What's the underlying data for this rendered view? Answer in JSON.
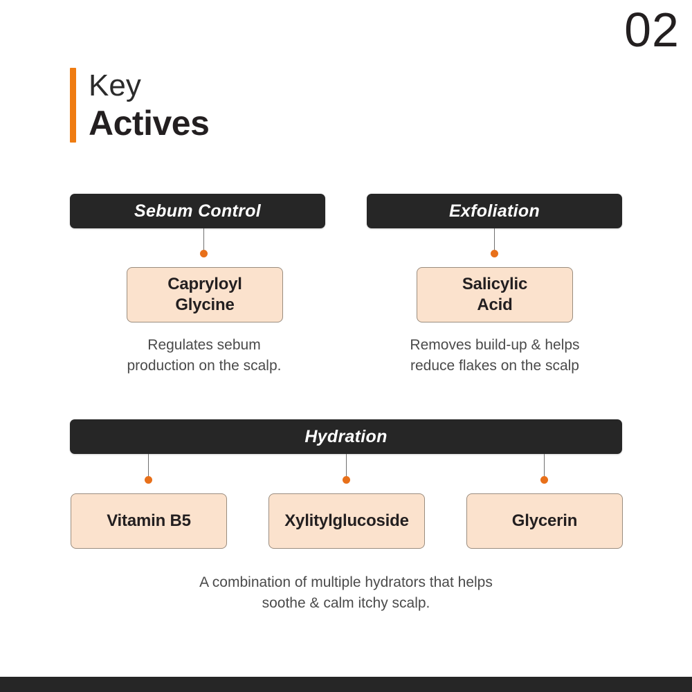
{
  "page": {
    "number": "02",
    "accent_color": "#ef7c12",
    "dot_color": "#e8701a",
    "dark_color": "#262626",
    "chip_fill": "#fbe2cd",
    "chip_border": "#9a8c7e",
    "background": "#ffffff"
  },
  "title": {
    "line1": "Key",
    "line2": "Actives"
  },
  "sections": [
    {
      "header": "Sebum Control",
      "chips": [
        "Capryloyl\nGlycine"
      ],
      "chip_line1": "Capryloyl",
      "chip_line2": "Glycine",
      "caption_line1": "Regulates sebum",
      "caption_line2": "production on the scalp."
    },
    {
      "header": "Exfoliation",
      "chip_line1": "Salicylic",
      "chip_line2": "Acid",
      "caption_line1": "Removes build-up & helps",
      "caption_line2": "reduce flakes on the scalp"
    },
    {
      "header": "Hydration",
      "chips": [
        "Vitamin B5",
        "Xylitylglucoside",
        "Glycerin"
      ],
      "caption_line1": "A combination of multiple hydrators that helps",
      "caption_line2": "soothe & calm itchy scalp."
    }
  ]
}
